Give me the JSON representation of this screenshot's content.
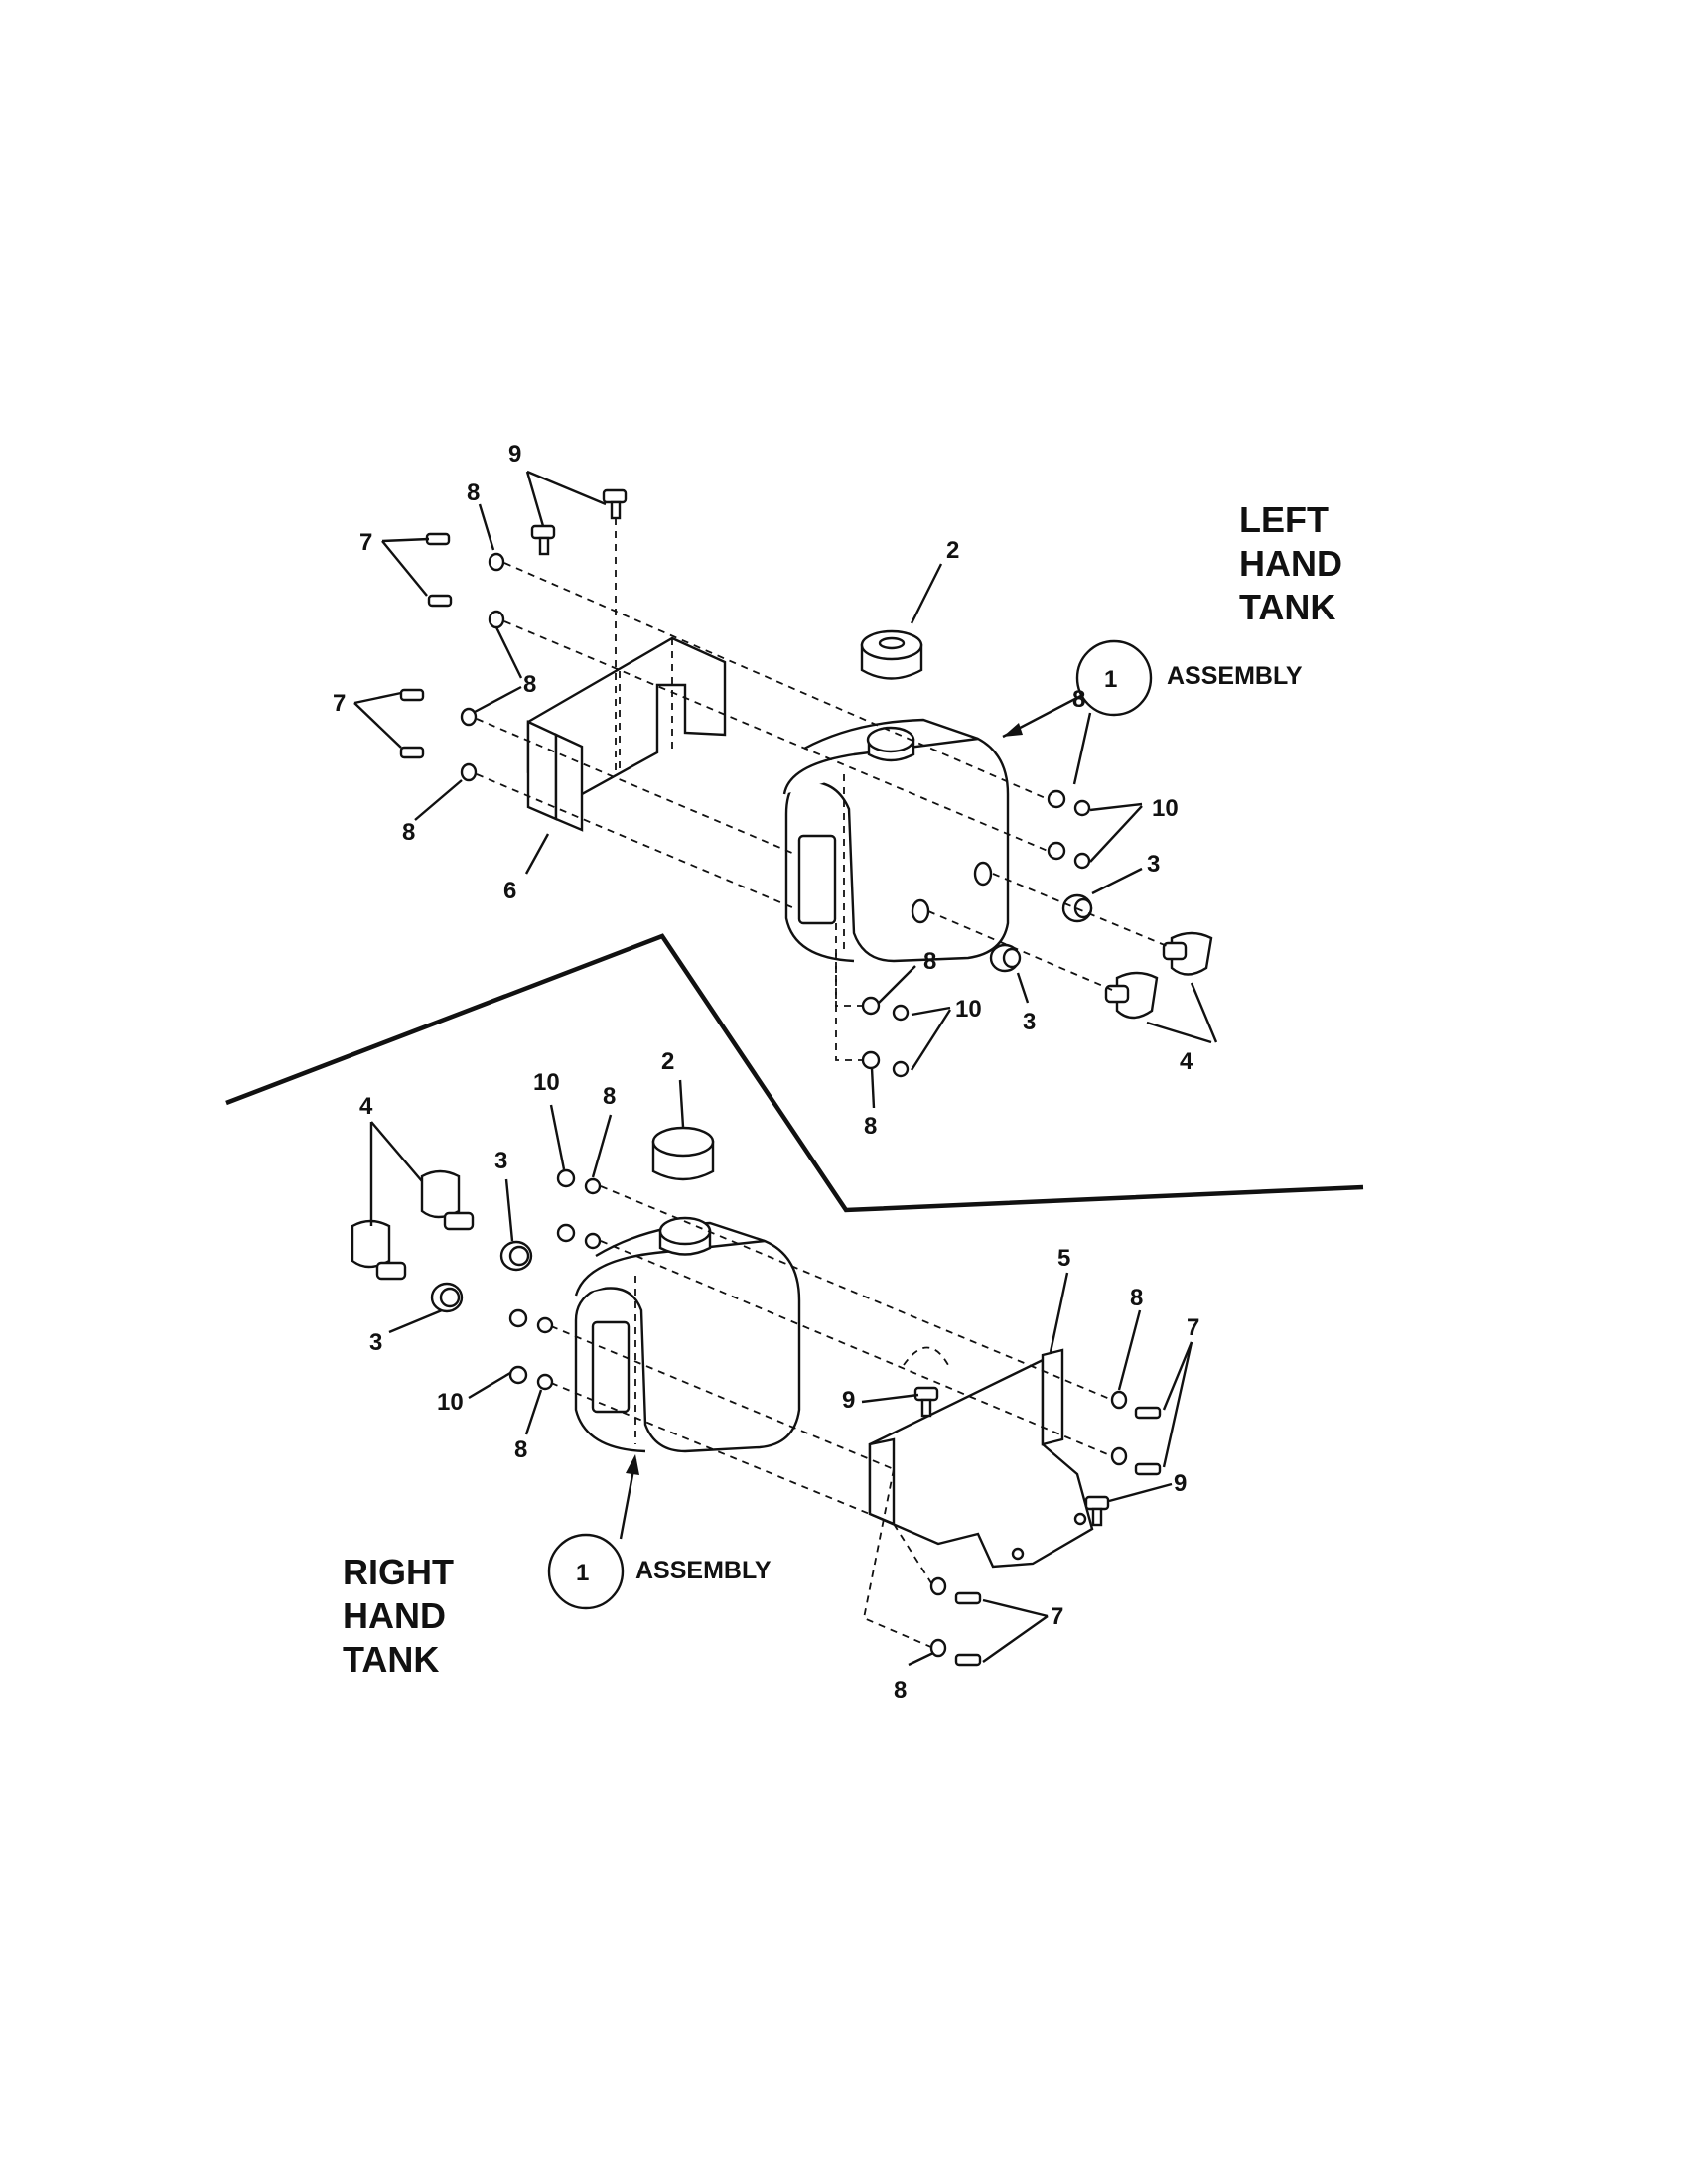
{
  "left_tank": {
    "title_lines": [
      "LEFT",
      "HAND",
      "TANK"
    ],
    "assembly_callout": {
      "number": "1",
      "text": "ASSEMBLY"
    },
    "callouts": [
      "9",
      "8",
      "7",
      "8",
      "7",
      "8",
      "6",
      "2",
      "8",
      "10",
      "3",
      "3",
      "8",
      "10",
      "8",
      "4"
    ]
  },
  "right_tank": {
    "title_lines": [
      "RIGHT",
      "HAND",
      "TANK"
    ],
    "assembly_callout": {
      "number": "1",
      "text": "ASSEMBLY"
    },
    "callouts": [
      "2",
      "10",
      "8",
      "4",
      "3",
      "3",
      "10",
      "8",
      "5",
      "8",
      "7",
      "9",
      "9",
      "7",
      "8"
    ]
  }
}
